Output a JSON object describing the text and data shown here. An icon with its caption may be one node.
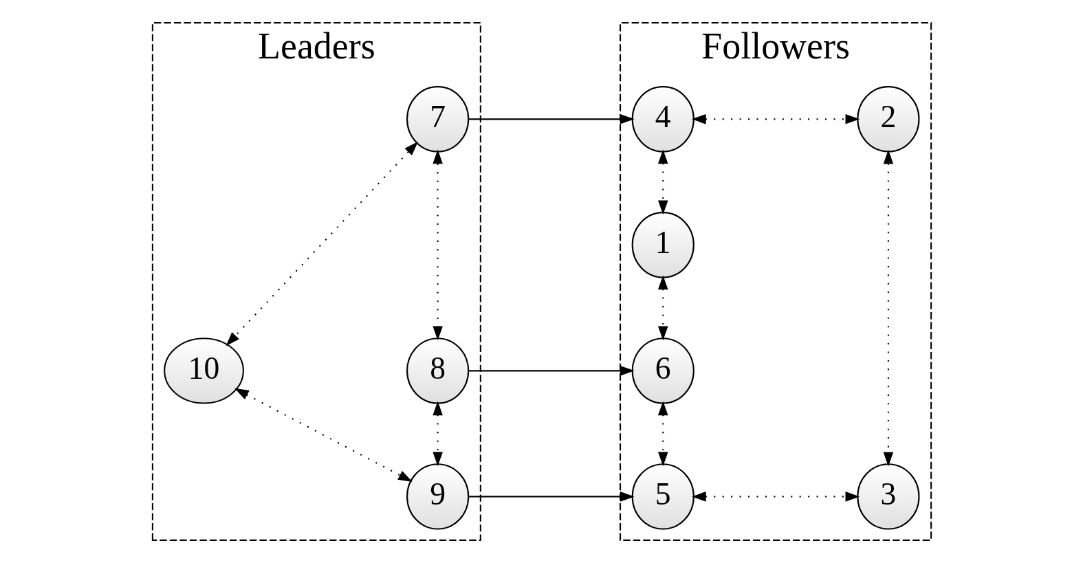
{
  "diagram": {
    "nodes": [
      {
        "text": [
          "Leaders"
        ]
      },
      {
        "text": [
          "7"
        ],
        "in": 0
      },
      {
        "text": [
          "10"
        ],
        "in": 0
      },
      {
        "text": [
          "8"
        ],
        "in": 0
      },
      {
        "text": [
          "9"
        ],
        "in": 0
      },
      {
        "text": [
          "Followers"
        ]
      },
      {
        "text": [
          "4"
        ],
        "in": 5
      },
      {
        "text": [
          "2"
        ],
        "in": 5
      },
      {
        "text": [
          "1"
        ],
        "in": 5
      },
      {
        "text": [
          "6"
        ],
        "in": 5
      },
      {
        "text": [
          "5"
        ],
        "in": 5
      },
      {
        "text": [
          "3"
        ],
        "in": 5
      }
    ],
    "edges": [
      {
        "from": 1,
        "to": 6,
        "arrow": "to"
      },
      {
        "from": 6,
        "to": 7,
        "arrow": "both",
        "style": "dashed"
      },
      {
        "from": 1,
        "to": 2,
        "arrow": "both",
        "style": "dashed"
      },
      {
        "from": 1,
        "to": 3,
        "arrow": "both",
        "style": "dashed"
      },
      {
        "from": 6,
        "to": 8,
        "arrow": "both",
        "style": "dashed"
      },
      {
        "from": 8,
        "to": 9,
        "arrow": "both",
        "style": "dashed"
      },
      {
        "from": 7,
        "to": 11,
        "arrow": "both",
        "style": "dashed"
      },
      {
        "from": 3,
        "to": 9,
        "arrow": "to"
      },
      {
        "from": 2,
        "to": 4,
        "arrow": "both",
        "style": "dashed"
      },
      {
        "from": 3,
        "to": 4,
        "arrow": "both",
        "style": "dashed"
      },
      {
        "from": 9,
        "to": 10,
        "arrow": "both",
        "style": "dashed"
      },
      {
        "from": 4,
        "to": 10,
        "arrow": "to"
      },
      {
        "from": 10,
        "to": 11,
        "arrow": "both",
        "style": "dashed"
      }
    ]
  }
}
